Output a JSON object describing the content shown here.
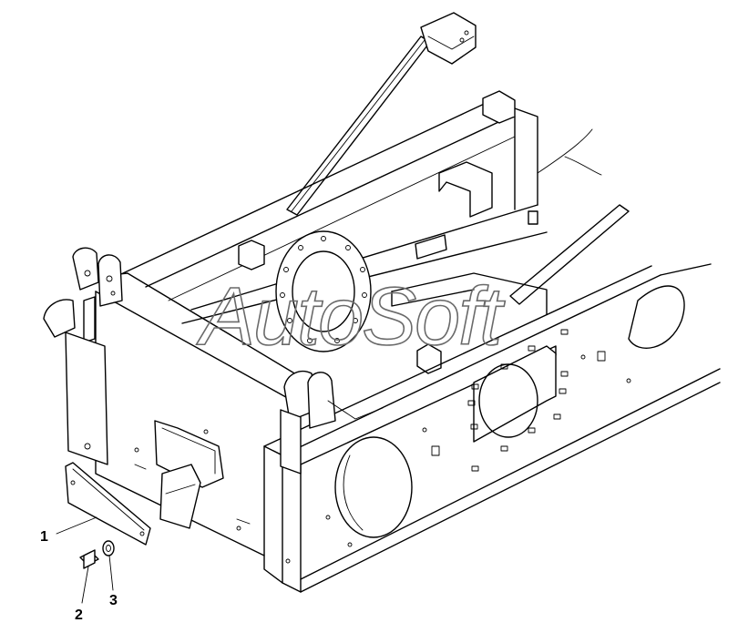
{
  "watermark": {
    "text": "AutoSoft"
  },
  "callouts": [
    {
      "number": "1",
      "part": "plate"
    },
    {
      "number": "2",
      "part": "bolt"
    },
    {
      "number": "3",
      "part": "washer"
    }
  ]
}
